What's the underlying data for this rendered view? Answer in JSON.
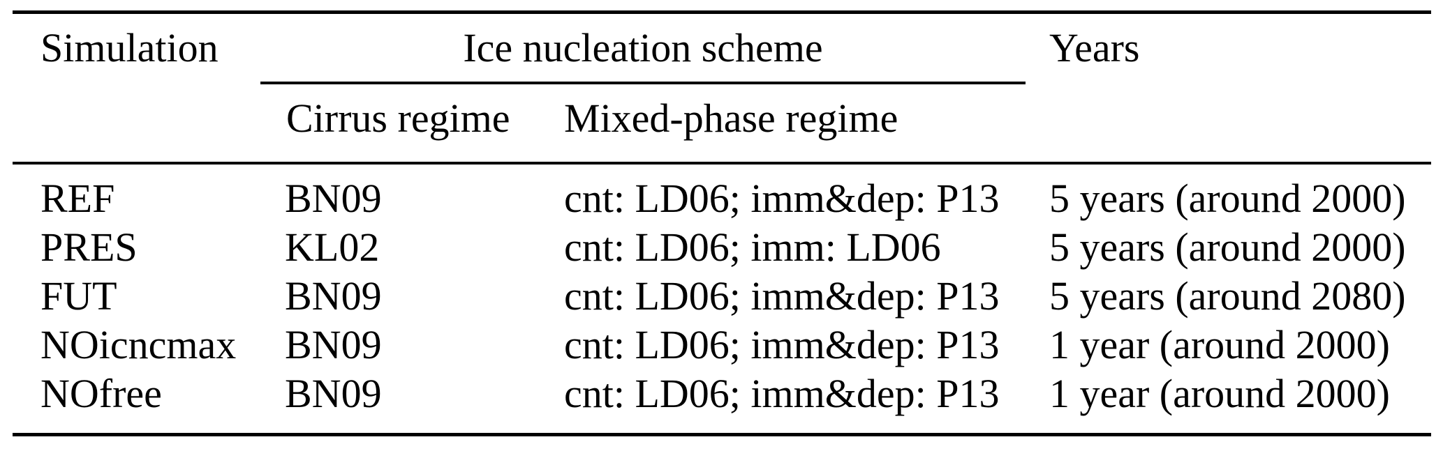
{
  "table": {
    "header": {
      "simulation": "Simulation",
      "ice_nucleation_group": "Ice nucleation scheme",
      "years": "Years",
      "cirrus_regime": "Cirrus regime",
      "mixed_phase_regime": "Mixed-phase regime"
    },
    "rows": [
      {
        "simulation": "REF",
        "cirrus": "BN09",
        "mixed_phase": "cnt: LD06; imm&dep: P13",
        "years": "5 years (around 2000)"
      },
      {
        "simulation": "PRES",
        "cirrus": "KL02",
        "mixed_phase": "cnt: LD06; imm: LD06",
        "years": "5 years (around 2000)"
      },
      {
        "simulation": "FUT",
        "cirrus": "BN09",
        "mixed_phase": "cnt: LD06; imm&dep: P13",
        "years": "5 years (around 2080)"
      },
      {
        "simulation": "NOicncmax",
        "cirrus": "BN09",
        "mixed_phase": "cnt: LD06; imm&dep: P13",
        "years": "1 year (around 2000)"
      },
      {
        "simulation": "NOfree",
        "cirrus": "BN09",
        "mixed_phase": "cnt: LD06; imm&dep: P13",
        "years": "1 year (around 2000)"
      }
    ]
  },
  "colors": {
    "text": "#000000",
    "rule": "#000000",
    "background": "#ffffff"
  }
}
